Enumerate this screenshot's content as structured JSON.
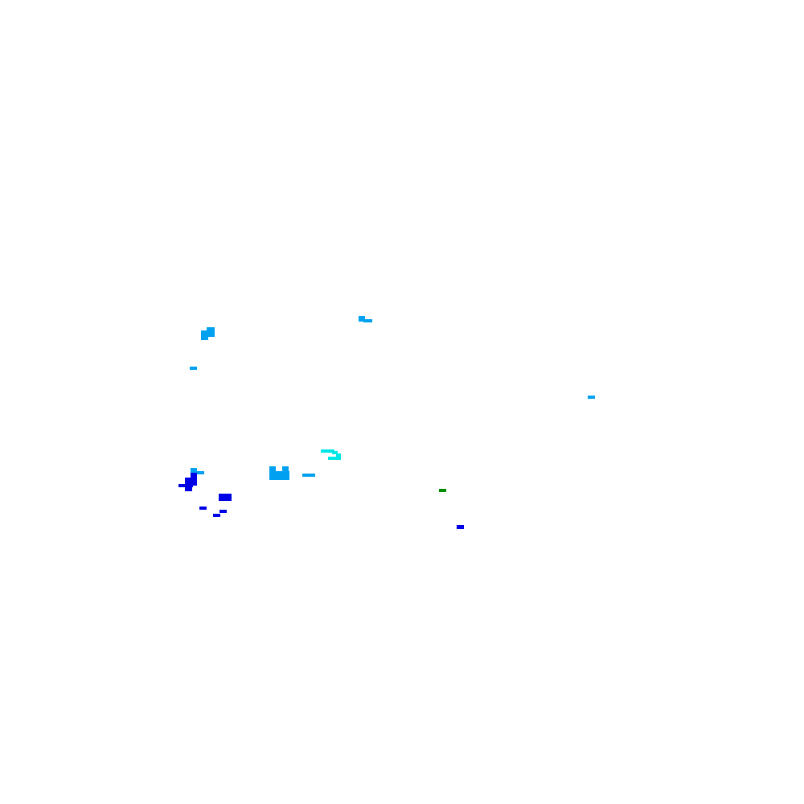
{
  "colors": {
    "background": "#ffffff",
    "light_blue": "#00a0f0",
    "blue": "#0000e6",
    "cyan": "#00e6e6",
    "green": "#008c00"
  },
  "regions": [
    {
      "id": "region-nw-blob",
      "color": "light_blue"
    },
    {
      "id": "region-north-strip",
      "color": "light_blue"
    },
    {
      "id": "region-west-dot",
      "color": "light_blue"
    },
    {
      "id": "region-east-dot",
      "color": "light_blue"
    },
    {
      "id": "region-cyan-arc",
      "color": "cyan"
    },
    {
      "id": "region-central-block",
      "color": "light_blue"
    },
    {
      "id": "region-central-dash",
      "color": "light_blue"
    },
    {
      "id": "region-sw-cluster-light",
      "color": "light_blue"
    },
    {
      "id": "region-sw-cluster-dark",
      "color": "blue"
    },
    {
      "id": "region-south-block",
      "color": "blue"
    },
    {
      "id": "region-south-specks",
      "color": "blue"
    },
    {
      "id": "region-green-dot",
      "color": "green"
    },
    {
      "id": "region-se-dot",
      "color": "blue"
    }
  ]
}
